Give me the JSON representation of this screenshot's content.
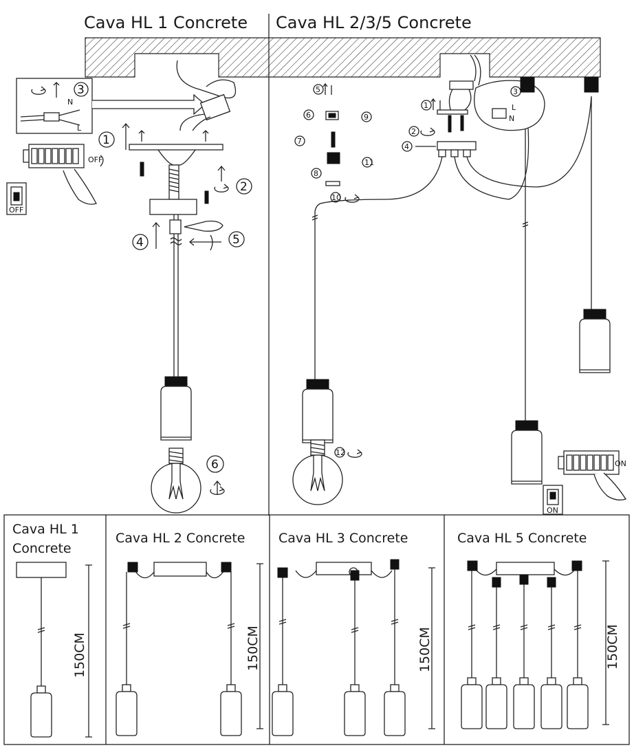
{
  "top": {
    "left_title": "Cava HL 1 Concrete",
    "right_title": "Cava HL 2/3/5 Concrete"
  },
  "left_steps": {
    "s1": "1",
    "s2": "2",
    "s3": "3",
    "s4": "4",
    "s5": "5",
    "s6": "6",
    "neutral": "N",
    "live": "L",
    "off_label": "OFF",
    "off_switch_label": "OFF"
  },
  "right_steps": {
    "s1": "1",
    "s2": "2",
    "s3": "3",
    "s4": "4",
    "s5": "5",
    "s6": "6",
    "s7": "7",
    "s8": "8",
    "s9": "9",
    "s10": "10",
    "s11": "11",
    "s12": "12",
    "neutral": "N",
    "live": "L",
    "on_label": "ON",
    "on_switch_label": "ON"
  },
  "models": [
    {
      "title_line1": "Cava HL 1",
      "title_line2": "Concrete",
      "height": "150CM"
    },
    {
      "title_line1": "Cava HL 2 Concrete",
      "height": "150CM"
    },
    {
      "title_line1": "Cava HL 3 Concrete",
      "height": "150CM"
    },
    {
      "title_line1": "Cava HL 5 Concrete",
      "height": "150CM"
    }
  ]
}
